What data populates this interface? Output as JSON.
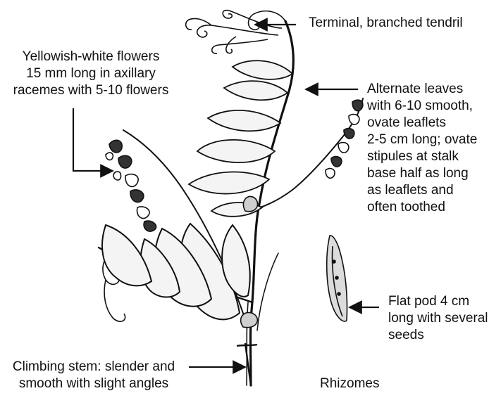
{
  "labels": {
    "tendril": "Terminal, branched tendril",
    "flowers": [
      "Yellowish-white flowers",
      "15 mm long in axillary",
      "racemes with 5-10 flowers"
    ],
    "leaves": [
      "Alternate leaves",
      "with 6-10 smooth,",
      "ovate leaflets",
      "2-5 cm long; ovate",
      "stipules at stalk",
      "base half as long",
      "as leaflets and",
      "often toothed"
    ],
    "pod": [
      "Flat pod 4 cm",
      "long with several",
      "seeds"
    ],
    "stem": [
      "Climbing stem: slender and",
      "smooth with slight angles"
    ],
    "rhizomes": "Rhizomes"
  },
  "colors": {
    "ink": "#111111",
    "leaf_fill": "#f4f4f4",
    "background": "#ffffff"
  }
}
